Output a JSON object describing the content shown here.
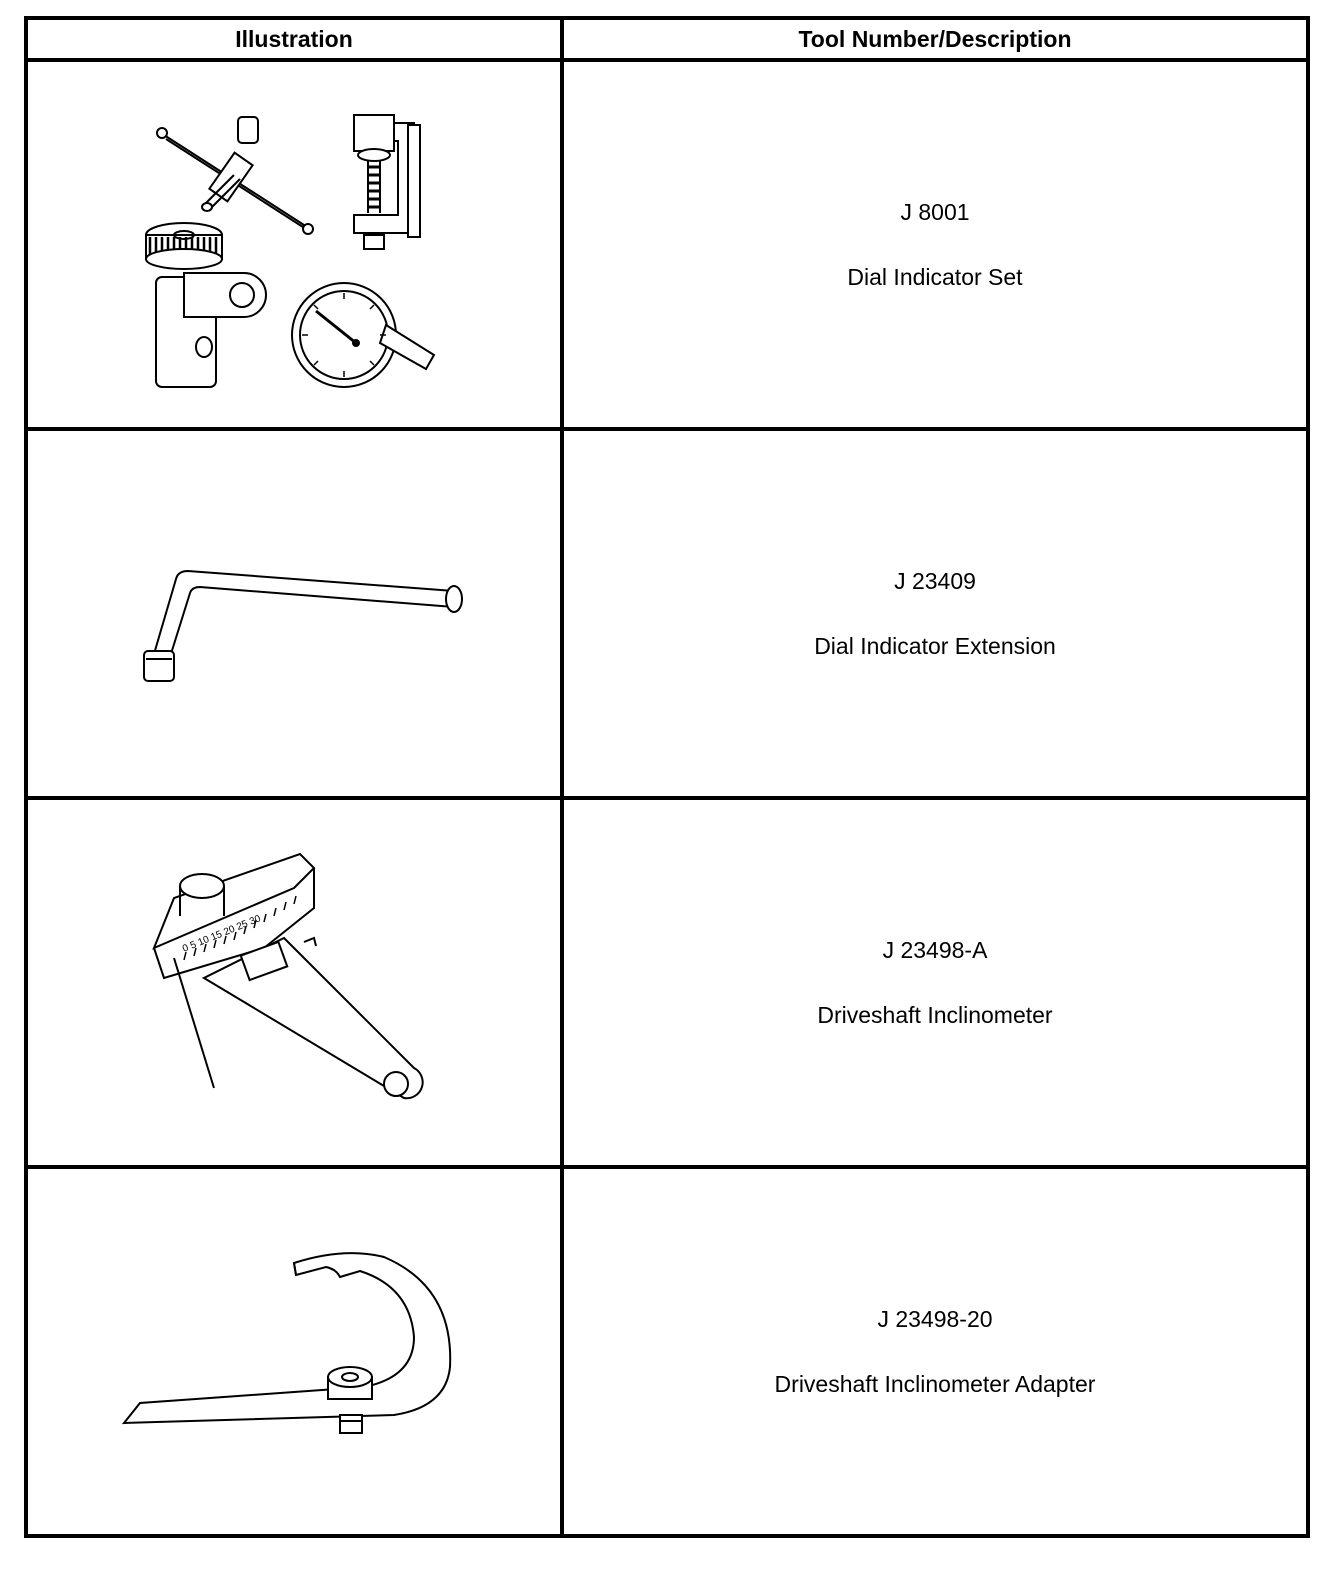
{
  "table": {
    "headers": [
      "Illustration",
      "Tool Number/Description"
    ],
    "rows": [
      {
        "tool_number": "J 8001",
        "description": "Dial Indicator Set",
        "illustration_icon": "dial-indicator-set-icon"
      },
      {
        "tool_number": "J 23409",
        "description": "Dial Indicator Extension",
        "illustration_icon": "dial-indicator-extension-icon"
      },
      {
        "tool_number": "J 23498-A",
        "description": "Driveshaft Inclinometer",
        "illustration_icon": "driveshaft-inclinometer-icon"
      },
      {
        "tool_number": "J 23498-20",
        "description": "Driveshaft Inclinometer Adapter",
        "illustration_icon": "inclinometer-adapter-icon"
      }
    ]
  }
}
